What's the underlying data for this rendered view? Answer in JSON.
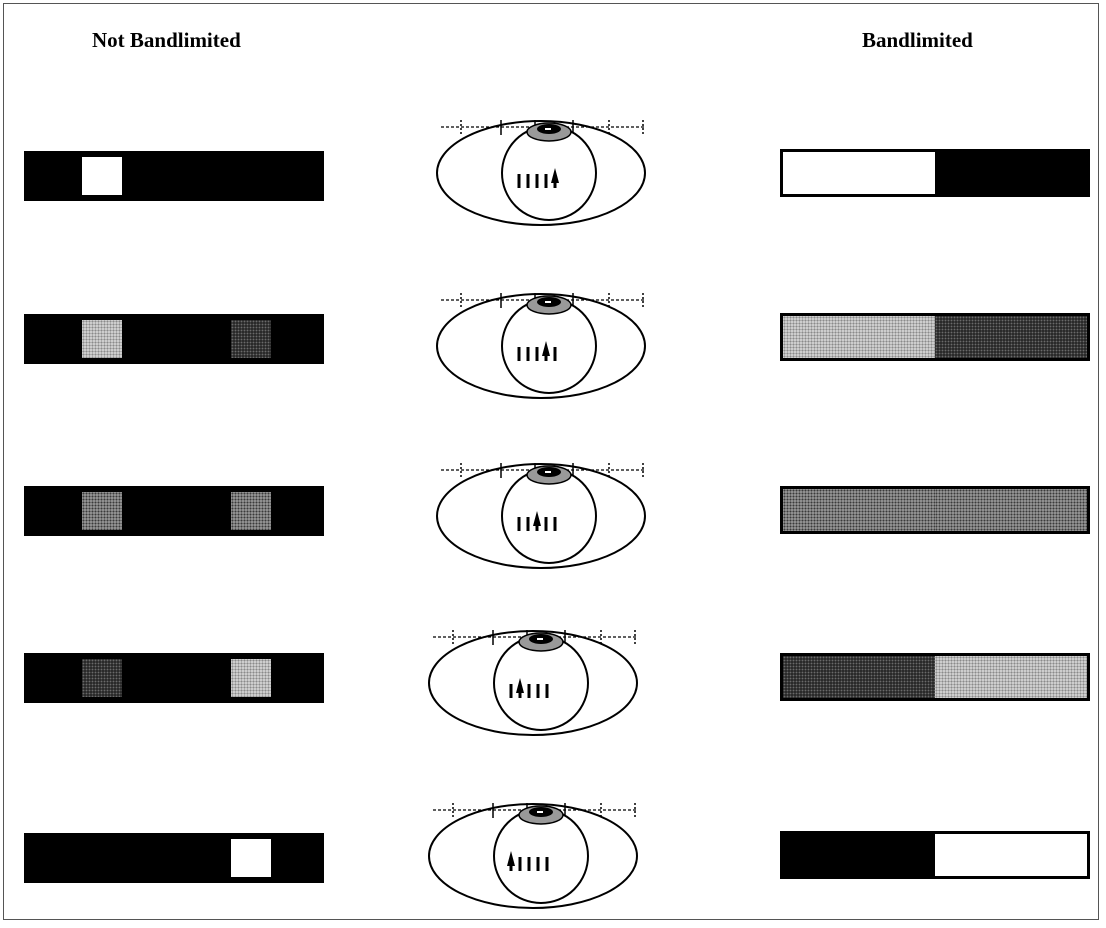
{
  "headings": {
    "left": "Not Bandlimited",
    "right": "Bandlimited"
  },
  "rows": [
    {
      "left_patches": [
        "white"
      ],
      "left_patch_slots": [
        1
      ],
      "right_fill": [
        "white",
        "black"
      ],
      "eye_fixation": 5
    },
    {
      "left_patches": [
        "light",
        "dark"
      ],
      "left_patch_slots": [
        1,
        2
      ],
      "right_fill": [
        "light",
        "dark"
      ],
      "eye_fixation": 4
    },
    {
      "left_patches": [
        "medium",
        "medium"
      ],
      "left_patch_slots": [
        1,
        2
      ],
      "right_fill": [
        "medium",
        "medium"
      ],
      "eye_fixation": 3
    },
    {
      "left_patches": [
        "dark",
        "light"
      ],
      "left_patch_slots": [
        1,
        2
      ],
      "right_fill": [
        "dark",
        "light"
      ],
      "eye_fixation": 2
    },
    {
      "left_patches": [
        "white"
      ],
      "left_patch_slots": [
        2
      ],
      "right_fill": [
        "black",
        "white"
      ],
      "eye_fixation": 1
    }
  ],
  "colors": {
    "ink": "#000000",
    "paper": "#ffffff",
    "light_gray": "#cfcfcf",
    "medium_gray": "#9a9a9a",
    "dark_gray": "#2a2a2a"
  }
}
